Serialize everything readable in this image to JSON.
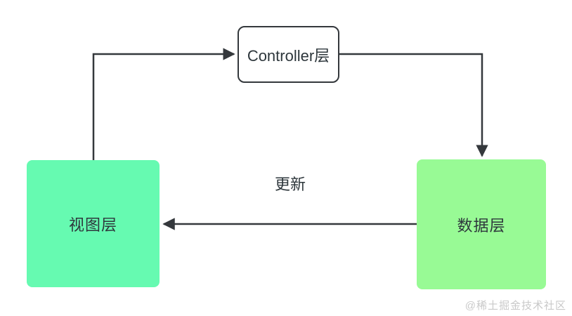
{
  "diagram": {
    "nodes": {
      "controller": {
        "label": "Controller层"
      },
      "view": {
        "label": "视图层"
      },
      "data": {
        "label": "数据层"
      }
    },
    "edges": {
      "view_to_controller": {
        "label": ""
      },
      "controller_to_data": {
        "label": ""
      },
      "data_to_view": {
        "label": "更新"
      }
    }
  },
  "watermark": "@稀土掘金技术社区",
  "colors": {
    "line": "#34383c",
    "text": "#2e373c",
    "view_box_bg": "#66fab1",
    "data_box_bg": "#98fa95",
    "controller_bg": "#ffffff",
    "watermark": "#c9c9c9",
    "background": "#ffffff"
  }
}
